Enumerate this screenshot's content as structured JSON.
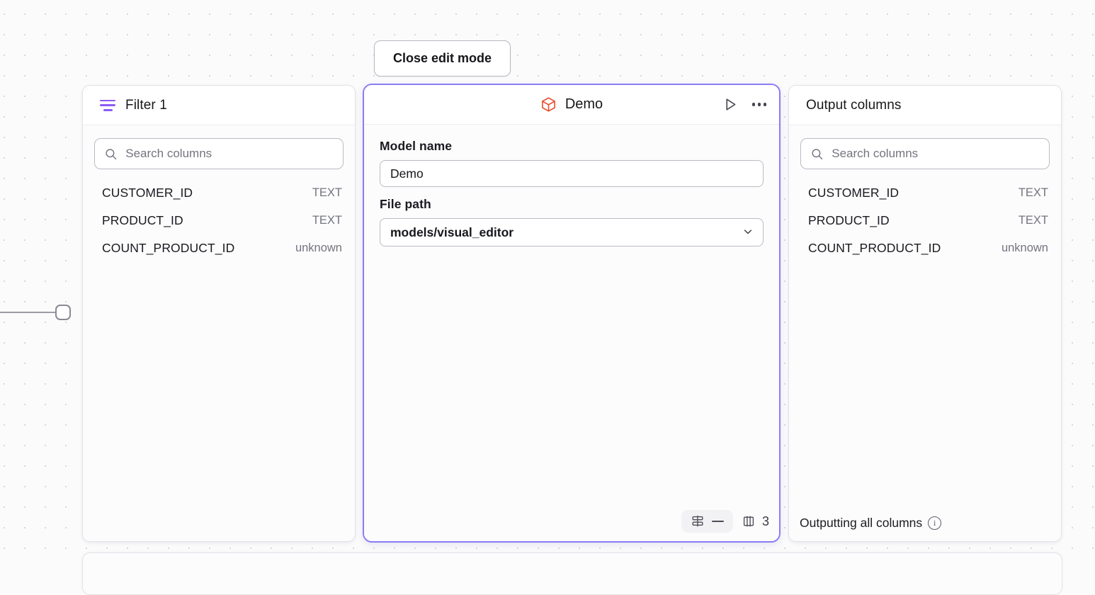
{
  "toolbar": {
    "close_edit_mode_label": "Close edit mode"
  },
  "colors": {
    "accent_purple": "#8b7cf6",
    "filter_icon_purple": "#8b5cf6",
    "model_cube_orange": "#e8502e",
    "canvas_bg": "#fbfbfc",
    "panel_bg": "#ffffff",
    "muted_text": "#74747e"
  },
  "left_panel": {
    "title": "Filter 1",
    "icon": "filter-icon",
    "search": {
      "placeholder": "Search columns",
      "value": "",
      "icon": "search-icon"
    },
    "columns": [
      {
        "name": "CUSTOMER_ID",
        "type": "TEXT"
      },
      {
        "name": "PRODUCT_ID",
        "type": "TEXT"
      },
      {
        "name": "COUNT_PRODUCT_ID",
        "type": "unknown"
      }
    ]
  },
  "center_panel": {
    "title": "Demo",
    "icon": "cube-icon",
    "actions": {
      "run_icon": "play-icon",
      "more_icon": "ellipsis-icon"
    },
    "fields": [
      {
        "label": "Model name",
        "value": "Demo",
        "control": "text-input"
      },
      {
        "label": "File path",
        "value": "models/visual_editor",
        "control": "select",
        "chevron_icon": "chevron-down-icon"
      }
    ],
    "footer": {
      "rows_icon": "rows-icon",
      "rows_value": "—",
      "columns_icon": "columns-icon",
      "columns_value": "3"
    }
  },
  "right_panel": {
    "title": "Output columns",
    "search": {
      "placeholder": "Search columns",
      "value": "",
      "icon": "search-icon"
    },
    "columns": [
      {
        "name": "CUSTOMER_ID",
        "type": "TEXT"
      },
      {
        "name": "PRODUCT_ID",
        "type": "TEXT"
      },
      {
        "name": "COUNT_PRODUCT_ID",
        "type": "unknown"
      }
    ],
    "footer": {
      "text": "Outputting all columns",
      "info_icon": "info-icon",
      "info_glyph": "i"
    }
  }
}
